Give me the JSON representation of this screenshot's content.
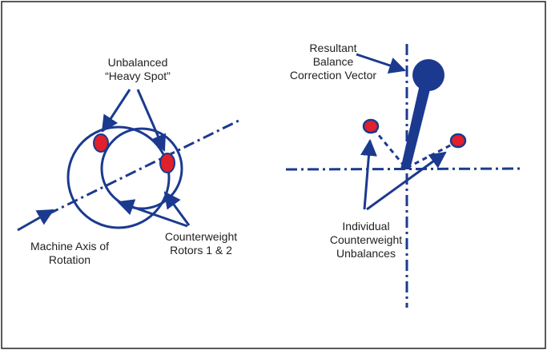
{
  "colors": {
    "frame": "#222222",
    "diagram_blue": "#1b3a8f",
    "heavy_spot_red": "#e0202a",
    "text": "#222222",
    "background": "#ffffff"
  },
  "left_diagram": {
    "heavy_spot_label": {
      "line1": "Unbalanced",
      "line2": "“Heavy Spot”"
    },
    "axis_label": {
      "line1": "Machine Axis of",
      "line2": "Rotation"
    },
    "rotors_label": {
      "line1": "Counterweight",
      "line2": "Rotors 1 & 2"
    }
  },
  "right_diagram": {
    "resultant_label": {
      "line1": "Resultant",
      "line2": "Balance",
      "line3": "Correction Vector"
    },
    "individual_label": {
      "line1": "Individual",
      "line2": "Counterweight",
      "line3": "Unbalances"
    }
  },
  "icons": {
    "arrowhead": "arrowhead-icon",
    "heavy_spot": "heavy-spot-icon"
  }
}
